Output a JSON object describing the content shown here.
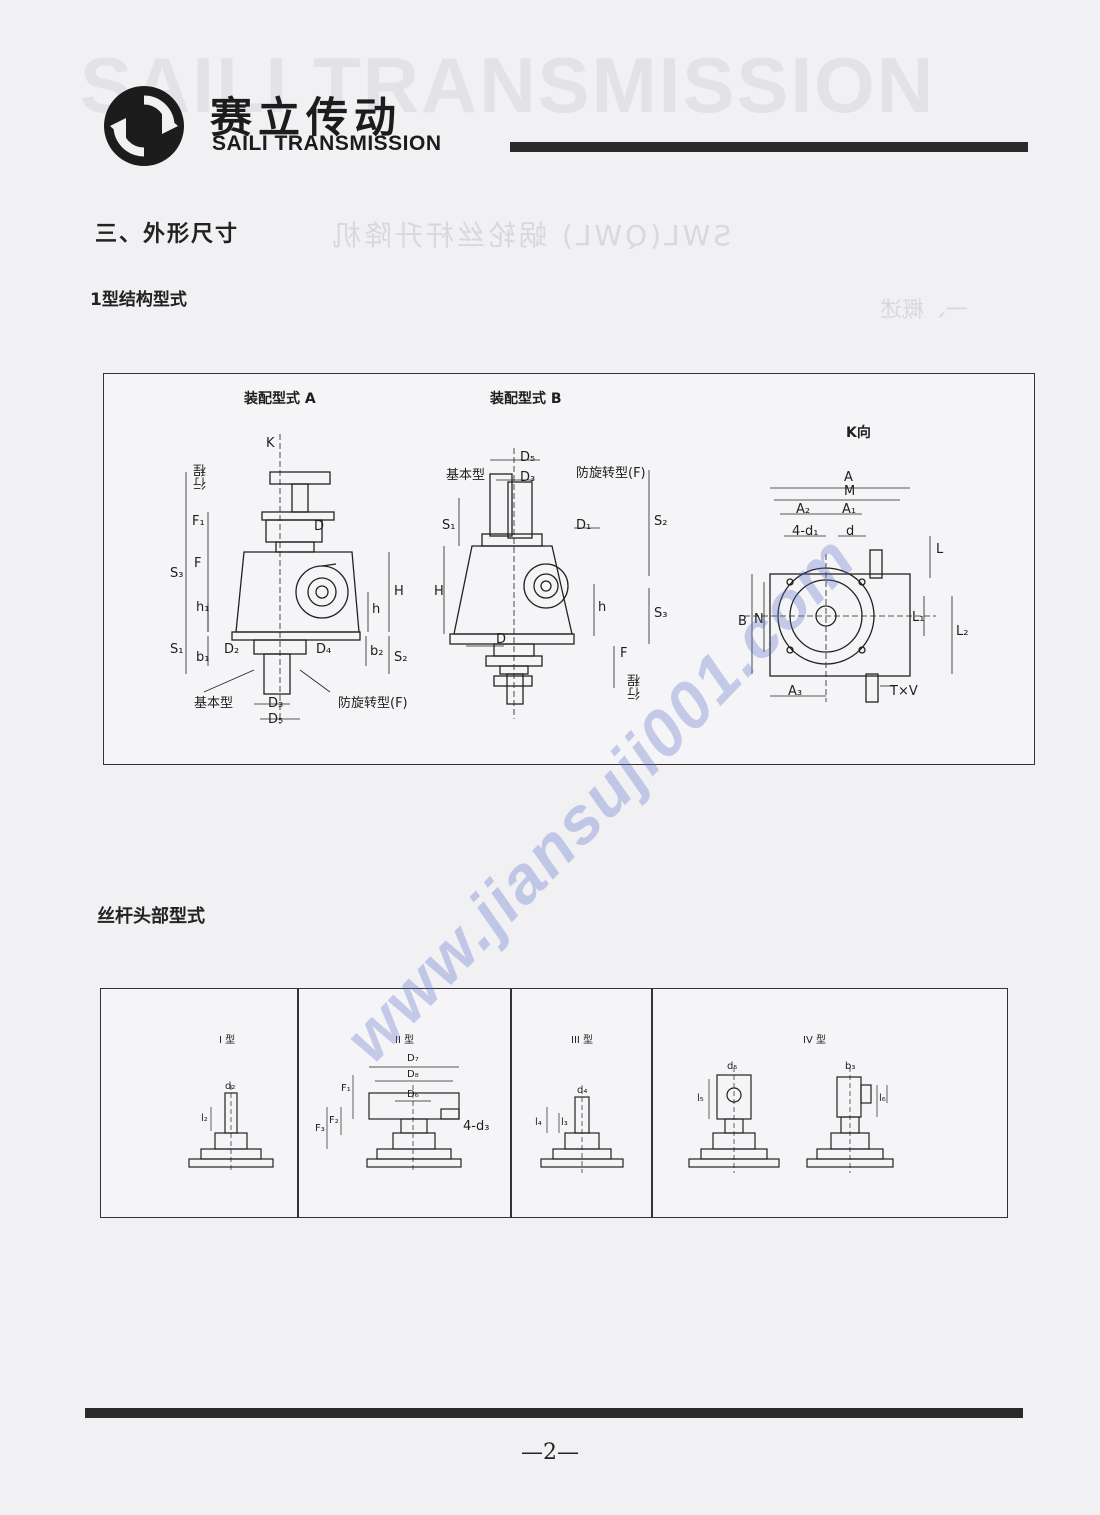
{
  "header": {
    "brand_cn": "赛立传动",
    "brand_en": "SAILI TRANSMISSION",
    "ghost_en": "SAILI TRANSMISSION"
  },
  "section": {
    "title": "三、外形尺寸",
    "structure_title": "1型结构型式",
    "head_title": "丝杆头部型式"
  },
  "bleed": {
    "product_title": "SWL(QWL) 蜗轮丝杆升降机",
    "overview": "一、概述"
  },
  "diagram1": {
    "assembly_a": "装配型式 A",
    "assembly_b": "装配型式 B",
    "k_view": "K向",
    "basic_type": "基本型",
    "anti_rotation": "防旋转型(F)",
    "labels": {
      "K": "K",
      "stroke": "行程",
      "F1": "F₁",
      "D": "D",
      "S3": "S₃",
      "F": "F",
      "h1": "h₁",
      "H": "H",
      "h": "h",
      "S1": "S₁",
      "b1": "b₁",
      "D2": "D₂",
      "D4": "D₄",
      "b2": "b₂",
      "S2": "S₂",
      "D3": "D₃",
      "D5": "D₅",
      "D1": "D₁",
      "A": "A",
      "M": "M",
      "A2": "A₂",
      "A1": "A₁",
      "4d1": "4-d₁",
      "d": "d",
      "L": "L",
      "B": "B",
      "N": "N",
      "L1": "L₁",
      "L2": "L₂",
      "A3": "A₃",
      "TxV": "T×V"
    }
  },
  "diagram2": {
    "type1": "I 型",
    "type2": "II 型",
    "type3": "III 型",
    "type4": "IV 型",
    "labels": {
      "d2": "d₂",
      "l2": "l₂",
      "D7": "D₇",
      "D8": "D₈",
      "D6": "D₆",
      "F1": "F₁",
      "F2": "F₂",
      "F3": "F₃",
      "4d3": "4-d₃",
      "d4": "d₄",
      "l4": "l₄",
      "l3": "l₃",
      "d5": "d₅",
      "l5": "l₅",
      "l6": "l₆",
      "b3": "b₃"
    }
  },
  "watermark": "www.jiansuji001.com",
  "footer": {
    "page_number": "—2—"
  },
  "colors": {
    "ink": "#1e1e1e",
    "bar": "#2a2a2a",
    "watermark": "#5a6ec8",
    "paper": "#f1f1f4"
  }
}
